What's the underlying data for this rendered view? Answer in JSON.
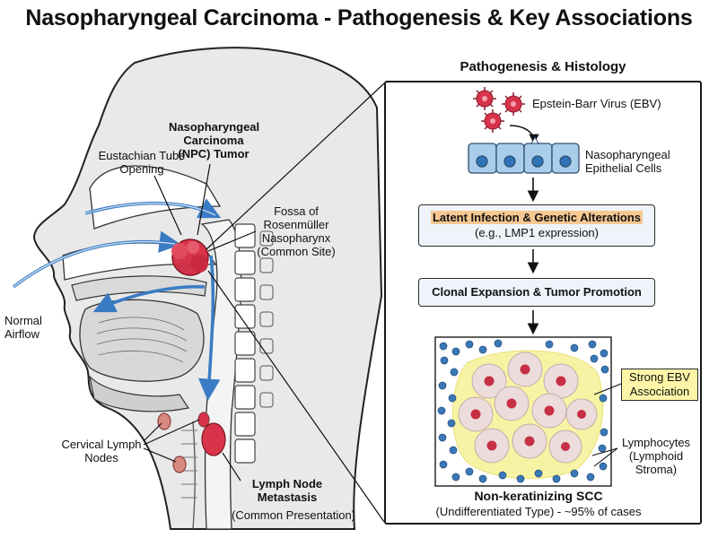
{
  "title": "Nasopharyngeal Carcinoma - Pathogenesis & Key Associations",
  "anatomy": {
    "npc_tumor": "Nasopharyngeal Carcinoma (NPC) Tumor",
    "eustachian": "Eustachian Tube Opening",
    "fossa": "Fossa of Rosenmüller Nasopharynx (Common Site)",
    "airflow": "Normal Airflow",
    "cervical": "Cervical Lymph Nodes",
    "metastasis_title": "Lymph Node Metastasis",
    "metastasis_sub": "(Common Presentation)"
  },
  "panel": {
    "title": "Pathogenesis & Histology",
    "virus": "Epstein-Barr Virus (EBV)",
    "cells": "Nasopharyngeal Epithelial Cells",
    "step1_title": "Latent Infection & Genetic Alterations",
    "step1_sub": "(e.g., LMP1 expression)",
    "step2_title": "Clonal Expansion & Tumor Promotion",
    "ebv_assoc": "Strong EBV Association",
    "lymphocytes": "Lymphocytes (Lymphoid Stroma)",
    "histo_title": "Non-keratinizing SCC",
    "histo_sub": "(Undifferentiated Type) - ~95% of cases"
  },
  "colors": {
    "tumor": "#d8334a",
    "airflow": "#3a7cc4",
    "highlight": "#f6c892",
    "ebv_box": "#fdf6a8",
    "lymphocyte": "#3a78b8"
  }
}
